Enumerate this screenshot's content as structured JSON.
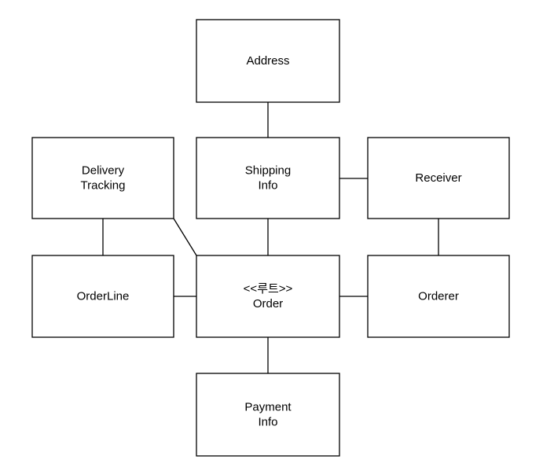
{
  "diagram": {
    "nodes": [
      {
        "id": "address",
        "lines": [
          "Address"
        ]
      },
      {
        "id": "delivery-tracking",
        "lines": [
          "Delivery",
          "Tracking"
        ]
      },
      {
        "id": "shipping-info",
        "lines": [
          "Shipping",
          "Info"
        ]
      },
      {
        "id": "receiver",
        "lines": [
          "Receiver"
        ]
      },
      {
        "id": "orderline",
        "lines": [
          "OrderLine"
        ]
      },
      {
        "id": "order",
        "lines": [
          "<<루트>>",
          "Order"
        ]
      },
      {
        "id": "orderer",
        "lines": [
          "Orderer"
        ]
      },
      {
        "id": "payment-info",
        "lines": [
          "Payment",
          "Info"
        ]
      }
    ],
    "edges": [
      {
        "from": "address",
        "to": "shipping-info"
      },
      {
        "from": "shipping-info",
        "to": "receiver"
      },
      {
        "from": "shipping-info",
        "to": "order"
      },
      {
        "from": "delivery-tracking",
        "to": "orderline"
      },
      {
        "from": "delivery-tracking",
        "to": "order"
      },
      {
        "from": "receiver",
        "to": "orderer"
      },
      {
        "from": "orderline",
        "to": "order"
      },
      {
        "from": "order",
        "to": "orderer"
      },
      {
        "from": "order",
        "to": "payment-info"
      }
    ]
  }
}
